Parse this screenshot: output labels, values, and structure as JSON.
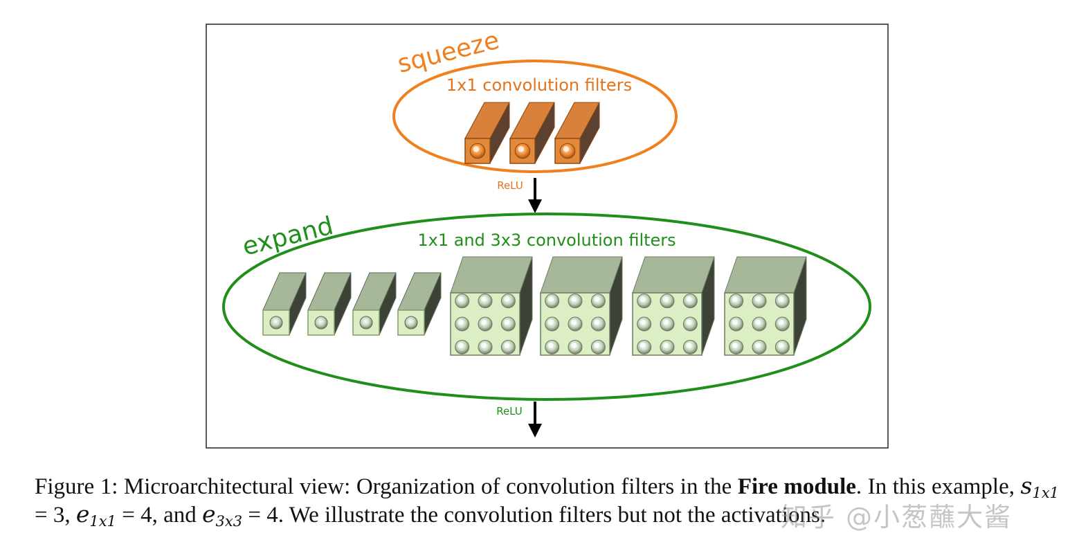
{
  "diagram": {
    "squeeze": {
      "title": "squeeze",
      "subtitle": "1x1 convolution filters",
      "filter_count": 3,
      "activation": "ReLU",
      "color": "#f07f1e",
      "filter_front_color": "#e3893a",
      "filter_side_color": "#5c4030"
    },
    "expand": {
      "title": "expand",
      "subtitle": "1x1 and 3x3 convolution filters",
      "filter_1x1_count": 4,
      "filter_3x3_count": 4,
      "activation": "ReLU",
      "color": "#1f8f1a",
      "filter_front_color": "#dcefc4",
      "filter_top_color": "#a7b79a",
      "filter_side_color": "#3d4236"
    }
  },
  "caption": {
    "label": "Figure 1:",
    "text_before_bold": "Microarchitectural view: Organization of convolution filters in the",
    "bold_text": "Fire module",
    "text_after_bold": ". In this example,",
    "s_var": "s",
    "s_sub": "1x1",
    "s_value": " = 3, ",
    "e1_var": "e",
    "e1_sub": "1x1",
    "e1_value": " = 4, and ",
    "e3_var": "e",
    "e3_sub": "3x3",
    "e3_value": " = 4.",
    "text_end": " We illustrate the convolution filters but not the activations."
  },
  "watermark": "知乎 @小葱蘸大酱"
}
